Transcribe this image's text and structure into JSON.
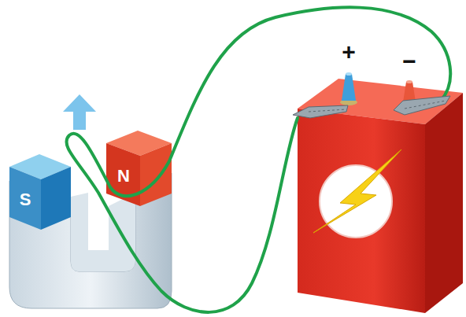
{
  "diagram": {
    "labels": [
      "S",
      "N",
      "+",
      "−"
    ]
  }
}
